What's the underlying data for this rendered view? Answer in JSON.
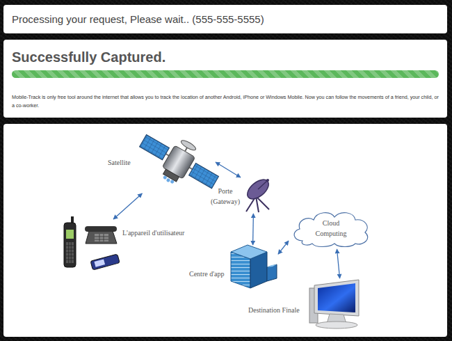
{
  "diagram": {
    "nodes": [
      {
        "text": [
          "Processing your request, Please wait.. (555-555-5555)"
        ]
      },
      {
        "text": [
          "Successfully Captured.",
          "Mobile-Track is only free tool around the internet that allows you to track the location of another Android, iPhone or Windows Mobile. Now you can follow the movements of a friend, your child, or a co-worker."
        ]
      },
      {
        "text": [
          "Satellite"
        ]
      },
      {
        "text": [
          "Porte (Gateway)"
        ]
      },
      {
        "text": [
          "Cloud Computing"
        ]
      },
      {
        "text": [
          "L'appareil d'utilisateur"
        ]
      },
      {
        "text": [
          "Centre d'app"
        ]
      },
      {
        "text": [
          "Destination Finale"
        ]
      }
    ],
    "edges": [
      {
        "from": 5,
        "to": 2,
        "arrow": "both"
      },
      {
        "from": 2,
        "to": 3,
        "arrow": "both"
      },
      {
        "from": 3,
        "to": 6,
        "arrow": "both"
      },
      {
        "from": 6,
        "to": 4,
        "arrow": "both"
      },
      {
        "from": 4,
        "to": 7,
        "arrow": "both"
      }
    ]
  }
}
